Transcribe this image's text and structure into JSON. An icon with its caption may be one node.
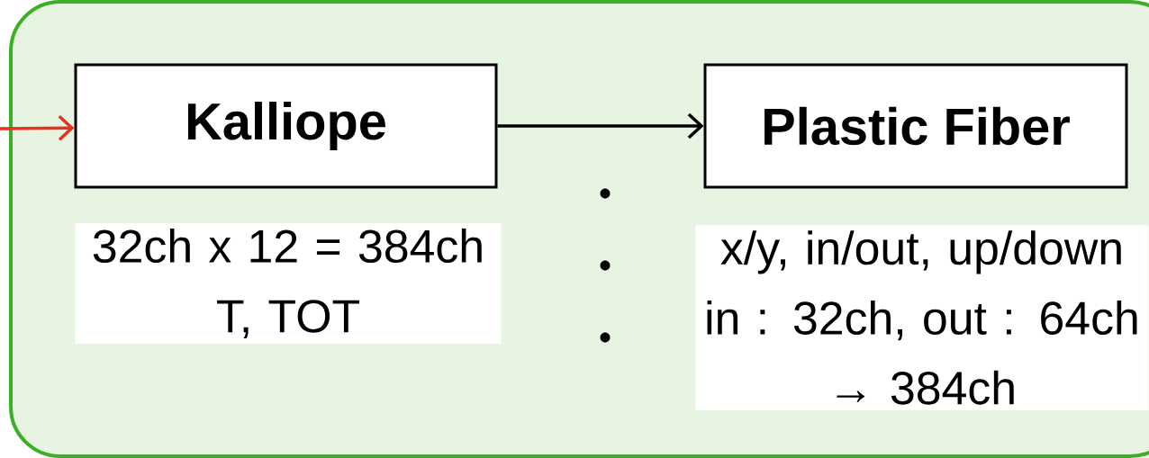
{
  "diagram": {
    "nodes": [
      {
        "text": [],
        "shape": "box"
      },
      {
        "text": [
          "Kalliope"
        ],
        "in": 0,
        "beside": [
          "32ch x 12 = 384ch",
          "T, TOT"
        ]
      },
      {
        "text": [
          "Plastic Fiber"
        ],
        "in": 0,
        "beside": [
          "x/y, in/out, up/down",
          "in : 32ch, out : 64ch",
          "→ 384ch"
        ]
      }
    ],
    "edges": [
      {
        "from": null,
        "to": 1,
        "arrow": "to",
        "color": "#e8321e"
      },
      {
        "from": 1,
        "to": 2,
        "arrow": "to",
        "color": "#000000"
      }
    ]
  }
}
